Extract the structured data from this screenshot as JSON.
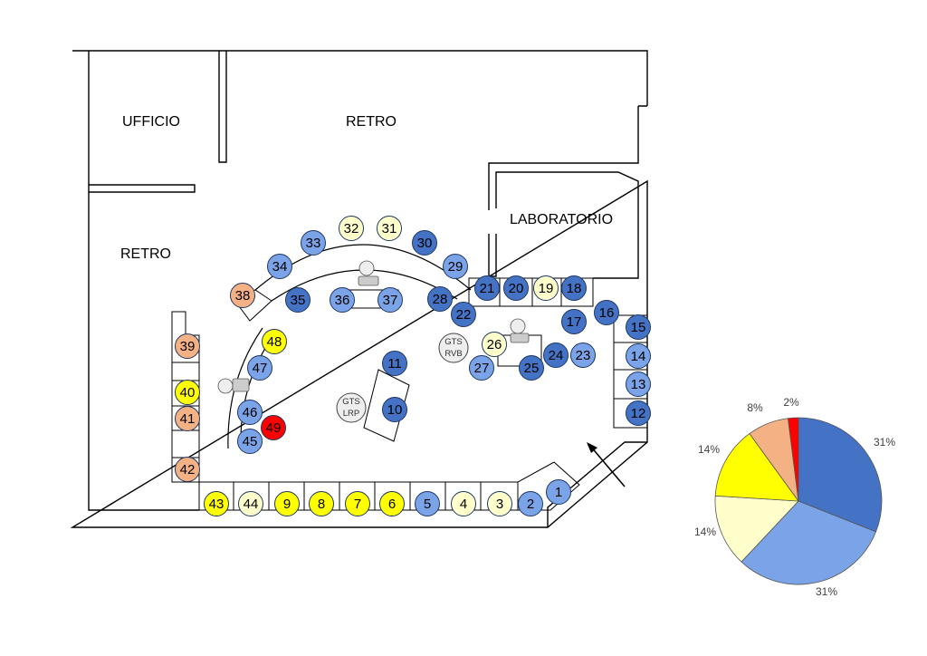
{
  "rooms": {
    "ufficio": "UFFICIO",
    "retro_top": "RETRO",
    "retro_left": "RETRO",
    "laboratorio": "LABORATORIO"
  },
  "gts": [
    {
      "id": "gts-rvb",
      "line1": "GTS",
      "line2": "RVB"
    },
    {
      "id": "gts-lrp",
      "line1": "GTS",
      "line2": "LRP"
    }
  ],
  "palette": {
    "dark_blue": "#4472c4",
    "light_blue": "#7ba3e8",
    "cream": "#ffffcc",
    "yellow": "#ffff00",
    "orange": "#f4b183",
    "red": "#ff0000"
  },
  "stations": [
    {
      "n": "1",
      "c": "light_blue"
    },
    {
      "n": "2",
      "c": "light_blue"
    },
    {
      "n": "3",
      "c": "cream"
    },
    {
      "n": "4",
      "c": "cream"
    },
    {
      "n": "5",
      "c": "light_blue"
    },
    {
      "n": "6",
      "c": "yellow"
    },
    {
      "n": "7",
      "c": "yellow"
    },
    {
      "n": "8",
      "c": "yellow"
    },
    {
      "n": "9",
      "c": "yellow"
    },
    {
      "n": "10",
      "c": "dark_blue"
    },
    {
      "n": "11",
      "c": "dark_blue"
    },
    {
      "n": "12",
      "c": "dark_blue"
    },
    {
      "n": "13",
      "c": "light_blue"
    },
    {
      "n": "14",
      "c": "light_blue"
    },
    {
      "n": "15",
      "c": "dark_blue"
    },
    {
      "n": "16",
      "c": "dark_blue"
    },
    {
      "n": "17",
      "c": "dark_blue"
    },
    {
      "n": "18",
      "c": "dark_blue"
    },
    {
      "n": "19",
      "c": "cream"
    },
    {
      "n": "20",
      "c": "dark_blue"
    },
    {
      "n": "21",
      "c": "dark_blue"
    },
    {
      "n": "22",
      "c": "dark_blue"
    },
    {
      "n": "23",
      "c": "light_blue"
    },
    {
      "n": "24",
      "c": "dark_blue"
    },
    {
      "n": "25",
      "c": "dark_blue"
    },
    {
      "n": "26",
      "c": "cream"
    },
    {
      "n": "27",
      "c": "light_blue"
    },
    {
      "n": "28",
      "c": "dark_blue"
    },
    {
      "n": "29",
      "c": "light_blue"
    },
    {
      "n": "30",
      "c": "dark_blue"
    },
    {
      "n": "31",
      "c": "cream"
    },
    {
      "n": "32",
      "c": "cream"
    },
    {
      "n": "33",
      "c": "light_blue"
    },
    {
      "n": "34",
      "c": "light_blue"
    },
    {
      "n": "35",
      "c": "dark_blue"
    },
    {
      "n": "36",
      "c": "light_blue"
    },
    {
      "n": "37",
      "c": "light_blue"
    },
    {
      "n": "38",
      "c": "orange"
    },
    {
      "n": "39",
      "c": "orange"
    },
    {
      "n": "40",
      "c": "yellow"
    },
    {
      "n": "41",
      "c": "orange"
    },
    {
      "n": "42",
      "c": "orange"
    },
    {
      "n": "43",
      "c": "yellow"
    },
    {
      "n": "44",
      "c": "cream"
    },
    {
      "n": "45",
      "c": "light_blue"
    },
    {
      "n": "46",
      "c": "light_blue"
    },
    {
      "n": "47",
      "c": "light_blue"
    },
    {
      "n": "48",
      "c": "yellow"
    },
    {
      "n": "49",
      "c": "red"
    }
  ],
  "chart_data": {
    "type": "pie",
    "slices": [
      {
        "label": "31%",
        "value": 31,
        "color": "#4472c4"
      },
      {
        "label": "31%",
        "value": 31,
        "color": "#7ba3e8"
      },
      {
        "label": "14%",
        "value": 14,
        "color": "#ffffcc"
      },
      {
        "label": "14%",
        "value": 14,
        "color": "#ffff00"
      },
      {
        "label": "8%",
        "value": 8,
        "color": "#f4b183"
      },
      {
        "label": "2%",
        "value": 2,
        "color": "#ff0000"
      }
    ]
  }
}
